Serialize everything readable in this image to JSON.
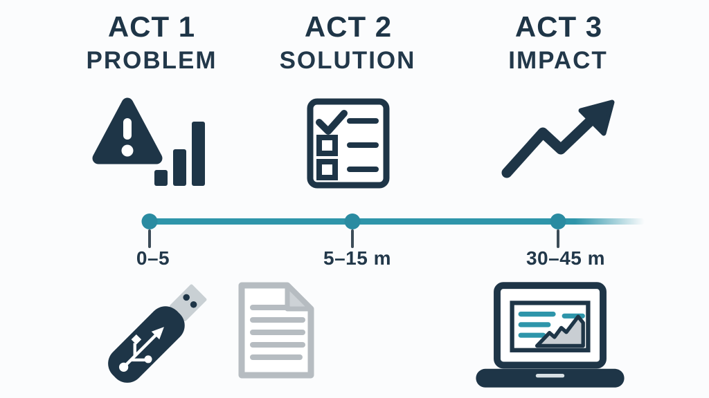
{
  "acts": [
    {
      "act": "ACT 1",
      "label": "PROBLEM",
      "time": "0–5",
      "icon": "warning-bars-icon"
    },
    {
      "act": "ACT 2",
      "label": "SOLUTION",
      "time": "5–15 m",
      "icon": "checklist-icon"
    },
    {
      "act": "ACT 3",
      "label": "IMPACT",
      "time": "30–45 m",
      "icon": "trend-up-arrow-icon"
    }
  ],
  "bottom_row": {
    "icons": [
      "usb-drive-icon",
      "document-icon",
      "laptop-analytics-icon"
    ]
  },
  "colors": {
    "navy": "#1e3547",
    "teal": "#2e95aa",
    "dot_teal": "#2a8ba1",
    "tick_slate": "#3c4c58",
    "doc_gray": "#b6bcc1",
    "connector_gray": "#c9d0d4",
    "chart_fill_gray": "#c9ced3",
    "background": "#fbfcfd"
  }
}
